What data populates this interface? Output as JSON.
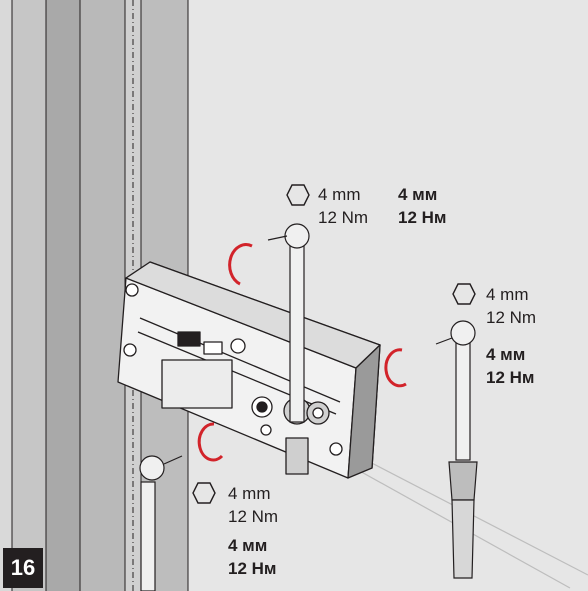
{
  "step_number": "16",
  "callouts": [
    {
      "id": "upper-screw",
      "size": "4 mm",
      "torque": "12 Nm",
      "size_ru": "4 мм",
      "torque_ru": "12 Нм"
    },
    {
      "id": "right-screw",
      "size": "4 mm",
      "torque": "12 Nm",
      "size_ru": "4 мм",
      "torque_ru": "12 Нм"
    },
    {
      "id": "lower-screw",
      "size": "4 mm",
      "torque": "12 Nm",
      "size_ru": "4 мм",
      "torque_ru": "12 Нм"
    }
  ],
  "colors": {
    "outline": "#231f20",
    "rotation_arrow": "#d2232a",
    "wall": "#e6e6e6",
    "frame_dark": "#a9a9a9",
    "frame_mid": "#c6c6c6"
  }
}
